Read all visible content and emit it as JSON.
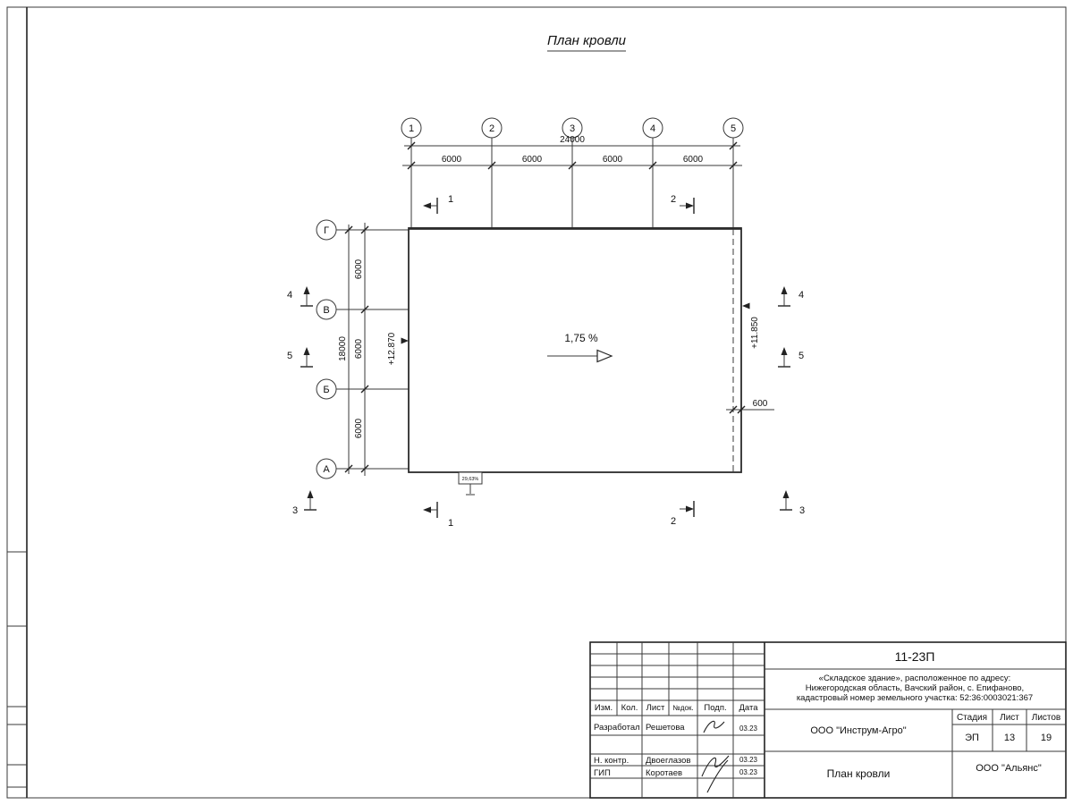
{
  "page": {
    "title": "План кровли"
  },
  "axes": {
    "vertical": [
      "1",
      "2",
      "3",
      "4",
      "5"
    ],
    "horizontal": [
      "Г",
      "В",
      "Б",
      "А"
    ]
  },
  "dims": {
    "top_segments": [
      "6000",
      "6000",
      "6000",
      "6000"
    ],
    "top_total": "24000",
    "left_segments": [
      "6000",
      "6000",
      "6000"
    ],
    "left_total": "18000",
    "edge_offset": "600"
  },
  "annotations": {
    "slope": "1,75 %",
    "elevation_left": "+12.870",
    "elevation_right": "+11.850",
    "detail_label": "29,63%"
  },
  "section_marks": {
    "m1": "1",
    "m2": "2",
    "m3": "3",
    "m4": "4",
    "m5": "5"
  },
  "titleblock": {
    "doc_code": "11-23П",
    "project_line1": "«Складское здание», расположенное по адресу:",
    "project_line2": "Нижегородская область, Вачский район, с. Епифаново,",
    "project_line3": "кадастровый номер земельного участка: 52:36:0003021:367",
    "columns": [
      "Изм.",
      "Кол.",
      "Лист",
      "№док.",
      "Подп.",
      "Дата"
    ],
    "rows": [
      {
        "role": "Разработал",
        "name": "Решетова",
        "date": "03.23"
      },
      {
        "role": "Н. контр.",
        "name": "Двоеглазов",
        "date": "03.23"
      },
      {
        "role": "ГИП",
        "name": "Коротаев",
        "date": "03.23"
      }
    ],
    "org": "ООО \"Инструм-Агро\"",
    "stage_label": "Стадия",
    "sheet_label": "Лист",
    "total_label": "Листов",
    "stage": "ЭП",
    "sheet": "13",
    "total": "19",
    "sheet_title": "План кровли",
    "org2": "ООО \"Альянс\""
  }
}
